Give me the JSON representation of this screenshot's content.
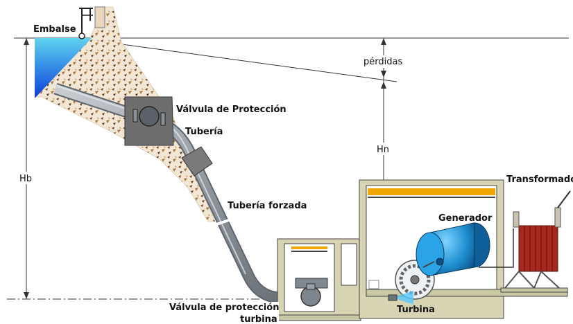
{
  "labels": {
    "reservoir": "Embalse",
    "losses": "pérdidas",
    "protection_valve": "Válvula de Protección",
    "pipe": "Tubería",
    "penstock": "Tubería forzada",
    "gross_head": "Hb",
    "net_head": "Hn",
    "generator": "Generador",
    "transformer": "Transformado",
    "turbine_valve_line1": "Válvula de protección",
    "turbine_valve_line2": "turbina",
    "turbine": "Turbina"
  },
  "colors": {
    "water_top": "#5fd3f0",
    "water_bottom": "#0a3fd8",
    "ground": "#e9d6bd",
    "pipe": "#9aa0a6",
    "structure": "#c9c8a4",
    "crane_rail": "#f0a800",
    "generator": "#1e8fd0",
    "transformer": "#a8261c"
  }
}
